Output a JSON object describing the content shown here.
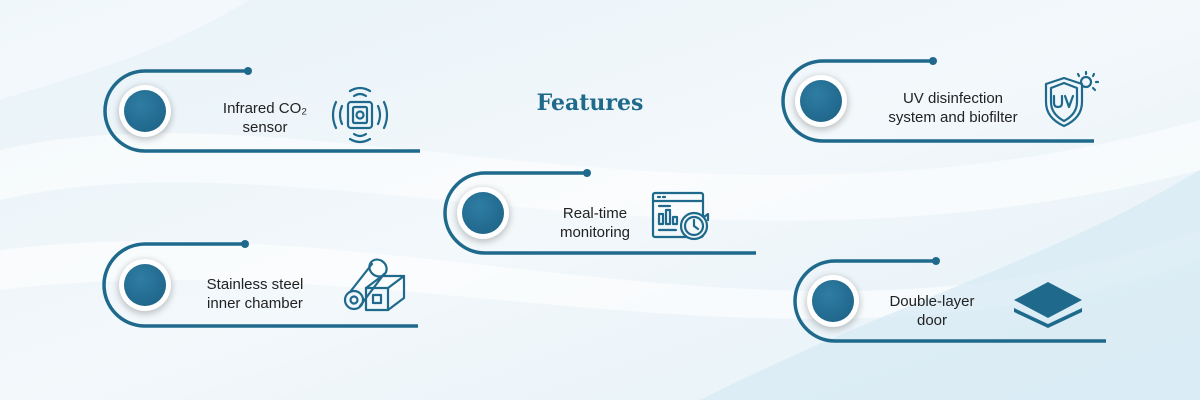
{
  "title": "Features",
  "colors": {
    "accent": "#1f6a8c",
    "accent_dark": "#1b5f83",
    "text": "#222222"
  },
  "features": [
    {
      "label_line1": "Infrared CO₂",
      "label_line2": "sensor",
      "icon": "co2-sensor-icon"
    },
    {
      "label_line1": "Stainless steel",
      "label_line2": "inner chamber",
      "icon": "steel-pipes-icon"
    },
    {
      "label_line1": "Real-time",
      "label_line2": "monitoring",
      "icon": "monitoring-dashboard-icon"
    },
    {
      "label_line1": "UV disinfection",
      "label_line2": "system and biofilter",
      "icon": "uv-shield-icon"
    },
    {
      "label_line1": "Double-layer",
      "label_line2": "door",
      "icon": "layers-icon"
    }
  ]
}
